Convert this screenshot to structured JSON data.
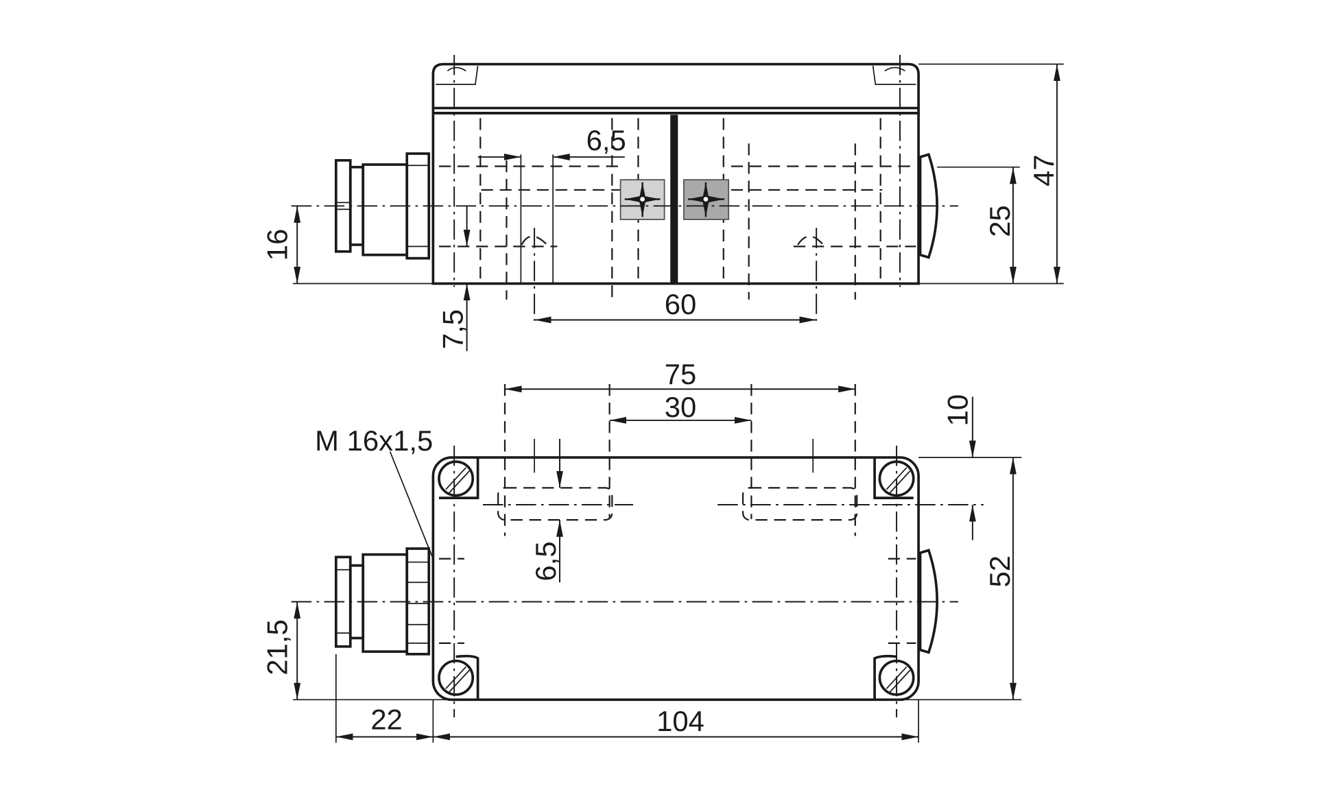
{
  "drawing": {
    "top_view": {
      "dim_height_total": "47",
      "dim_cap_center": "25",
      "dim_gland_center": "16",
      "dim_hole_offset": "7,5",
      "dim_slot_width": "6,5",
      "dim_hole_spacing": "60",
      "actuator_fill_left": "#d2d2d2",
      "actuator_fill_right": "#a9a9a9"
    },
    "bottom_view": {
      "dim_slot_outer": "75",
      "dim_slot_inner": "30",
      "dim_slot_offset": "10",
      "dim_depth": "52",
      "dim_slot_width": "6,5",
      "dim_gland_center": "21,5",
      "dim_gland_length": "22",
      "dim_length": "104",
      "thread_label": "M 16x1,5"
    }
  }
}
